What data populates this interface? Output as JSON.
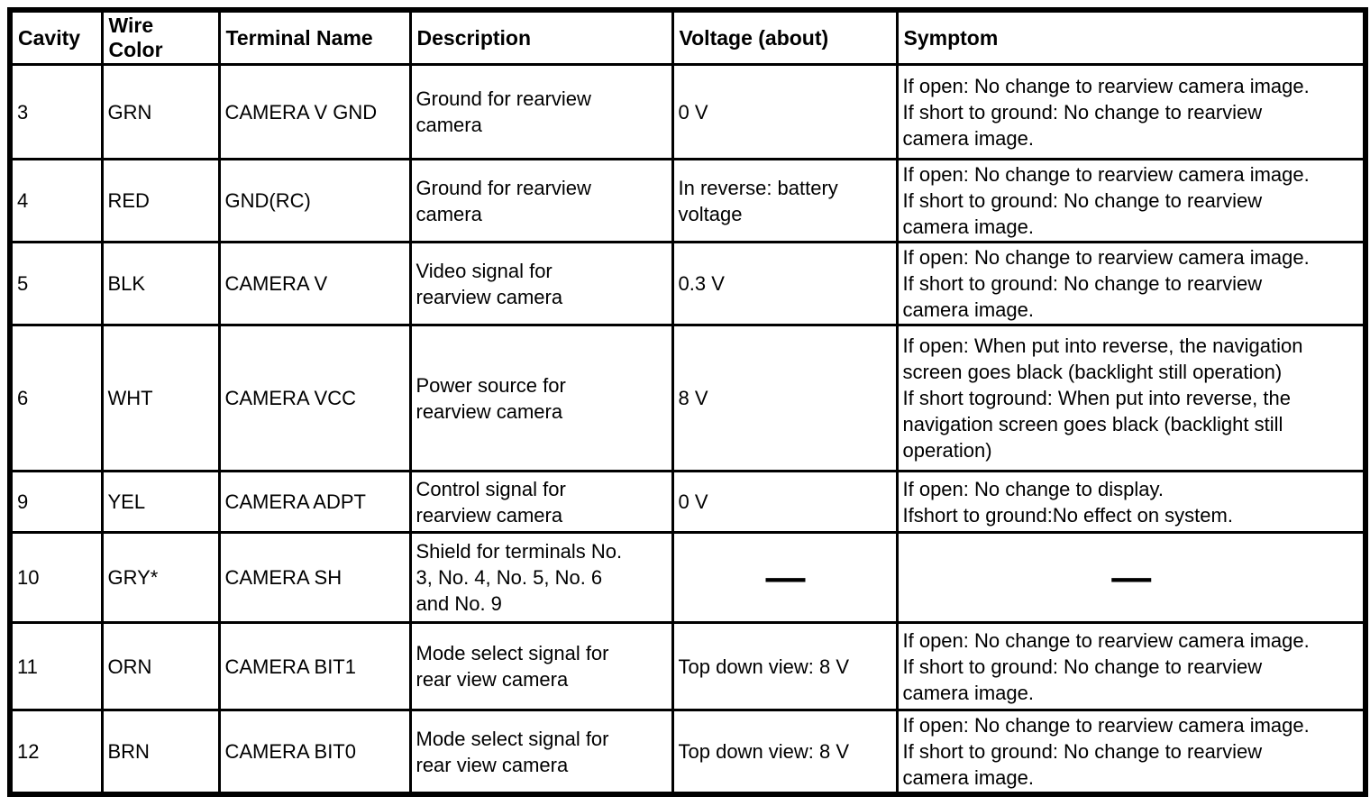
{
  "colors": {
    "border": "#000000",
    "background": "#ffffff",
    "text": "#000000"
  },
  "table": {
    "headers": {
      "cavity": "Cavity",
      "wire_color": "Wire\nColor",
      "terminal_name": "Terminal Name",
      "description": "Description",
      "voltage": "Voltage (about)",
      "symptom": "Symptom"
    },
    "rows": [
      {
        "cavity": "3",
        "wire_color": "GRN",
        "terminal_name": "CAMERA V GND",
        "description": "Ground for rearview\ncamera",
        "voltage": "0 V",
        "symptom": "If open: No change to rearview camera image.\nIf short to ground: No change to rearview\ncamera image."
      },
      {
        "cavity": "4",
        "wire_color": "RED",
        "terminal_name": "GND(RC)",
        "description": "Ground for rearview\ncamera",
        "voltage": "In reverse: battery\nvoltage",
        "symptom": "If open: No change to rearview camera image.\nIf short to ground: No change to rearview\ncamera image."
      },
      {
        "cavity": "5",
        "wire_color": "BLK",
        "terminal_name": "CAMERA V",
        "description": "Video signal for\nrearview camera",
        "voltage": "0.3 V",
        "symptom": "If open: No change to rearview camera image.\nIf short to ground: No change to rearview\ncamera image."
      },
      {
        "cavity": "6",
        "wire_color": "WHT",
        "terminal_name": "CAMERA VCC",
        "description": "Power source for\nrearview camera",
        "voltage": "8 V",
        "symptom": "If open: When put into reverse, the navigation\nscreen goes black (backlight still operation)\nIf short toground: When put into reverse, the\nnavigation screen goes black (backlight still\noperation)"
      },
      {
        "cavity": "9",
        "wire_color": "YEL",
        "terminal_name": "CAMERA ADPT",
        "description": "Control signal for\nrearview camera",
        "voltage": "0 V",
        "symptom": "If open: No change to display.\nIfshort to ground:No effect on system."
      },
      {
        "cavity": "10",
        "wire_color": "GRY*",
        "terminal_name": "CAMERA SH",
        "description": "Shield for terminals No.\n3, No. 4, No. 5, No. 6\nand No. 9",
        "voltage": "—",
        "symptom": "—"
      },
      {
        "cavity": "11",
        "wire_color": "ORN",
        "terminal_name": "CAMERA BIT1",
        "description": "Mode select signal for\nrear view camera",
        "voltage": "Top down view: 8 V",
        "symptom": "If open: No change to rearview camera image.\nIf short to ground: No change to rearview\ncamera image."
      },
      {
        "cavity": "12",
        "wire_color": "BRN",
        "terminal_name": "CAMERA BIT0",
        "description": "Mode select signal for\nrear view camera",
        "voltage": "Top down view: 8 V",
        "symptom": "If open: No change to rearview camera image.\nIf short to ground: No change to rearview\ncamera image."
      }
    ]
  }
}
